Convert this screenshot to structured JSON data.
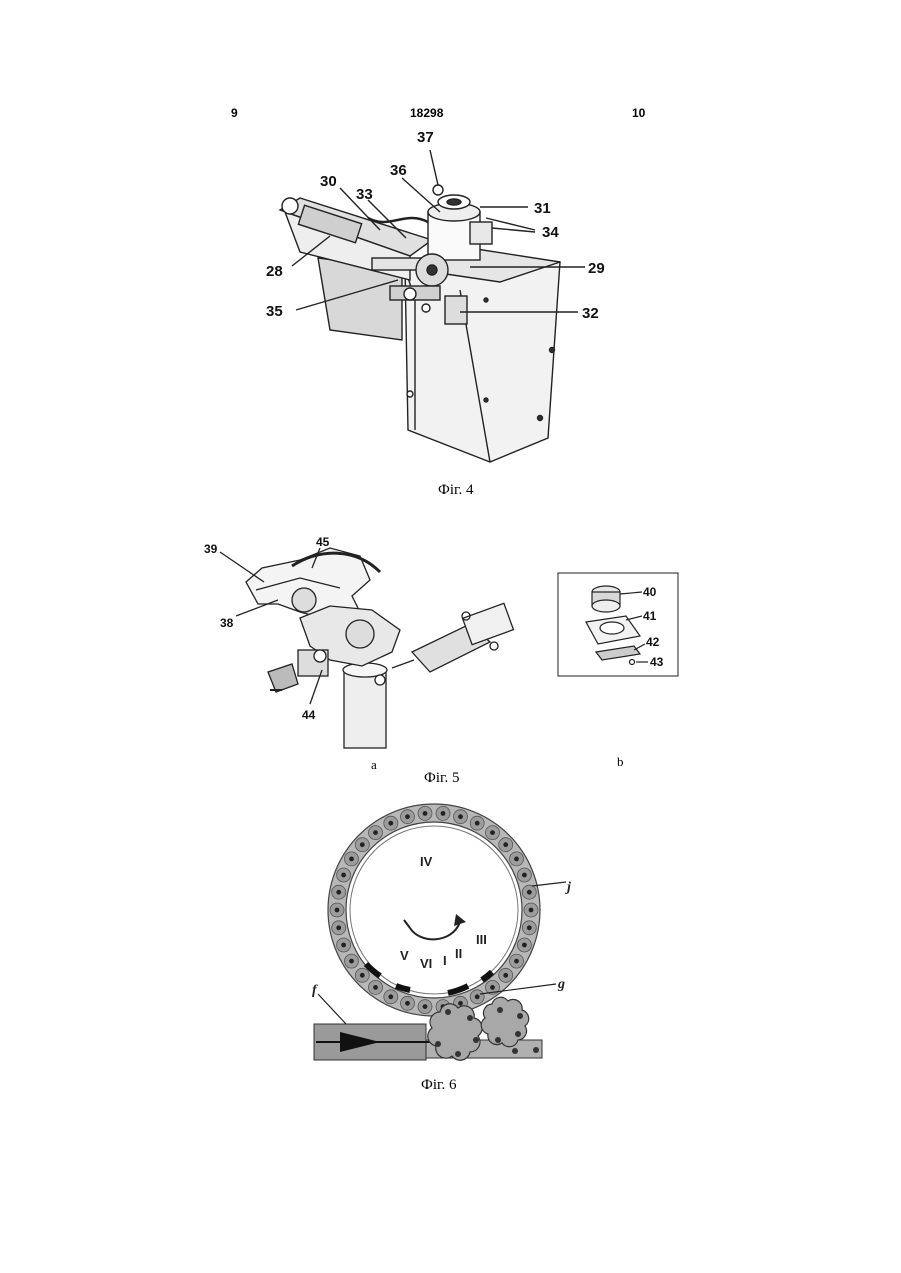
{
  "header": {
    "left": "9",
    "center": "18298",
    "right": "10"
  },
  "figures": {
    "fig4": {
      "caption": "Фіг. 4",
      "labels": [
        "37",
        "30",
        "36",
        "33",
        "31",
        "34",
        "28",
        "29",
        "35",
        "32"
      ]
    },
    "fig5": {
      "caption": "Фіг. 5",
      "part_a": "a",
      "part_b": "b",
      "labels_a": [
        "39",
        "45",
        "38",
        "44"
      ],
      "labels_b": [
        "40",
        "41",
        "42",
        "43"
      ]
    },
    "fig6": {
      "caption": "Фіг. 6",
      "stations": [
        "IV",
        "III",
        "II",
        "I",
        "VI",
        "V"
      ],
      "letters": [
        "j",
        "g",
        "f"
      ]
    }
  }
}
